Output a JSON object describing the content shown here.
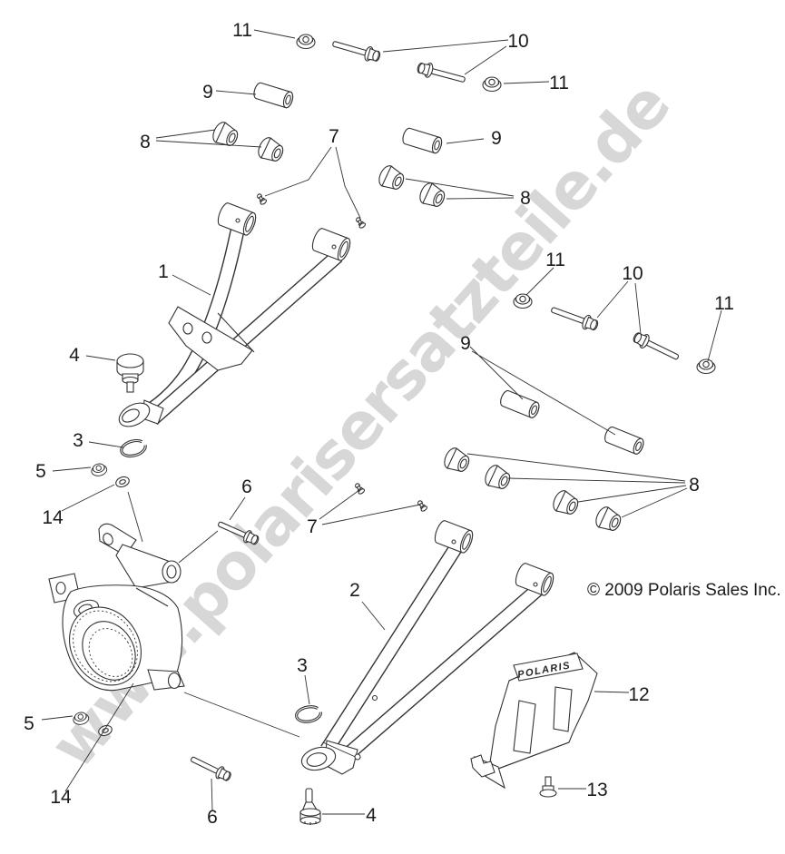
{
  "watermark": {
    "text": "www.polarisersatzteile.de"
  },
  "copyright": {
    "text": "© 2009 Polaris Sales Inc."
  },
  "guard": {
    "logo_text": "POLARIS"
  },
  "colors": {
    "line_color": "#333333",
    "label_color": "#1b1b1b",
    "watermark_color": "#d7d7d7"
  },
  "callouts": [
    "11",
    "10",
    "11",
    "9",
    "9",
    "8",
    "7",
    "8",
    "1",
    "11",
    "10",
    "11",
    "4",
    "9",
    "3",
    "5",
    "8",
    "14",
    "6",
    "7",
    "2",
    "3",
    "5",
    "12",
    "14",
    "6",
    "4",
    "13"
  ]
}
